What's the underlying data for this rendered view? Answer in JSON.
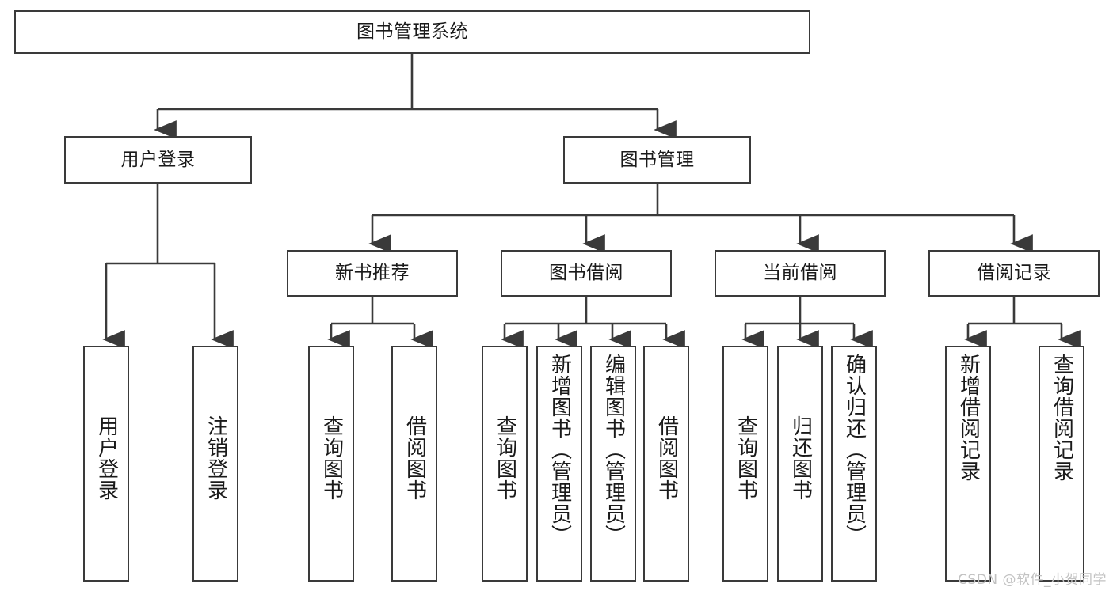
{
  "diagram": {
    "title": "图书管理系统",
    "type": "functional-decomposition-tree",
    "root": {
      "label": "图书管理系统"
    },
    "level2": [
      {
        "label": "用户登录"
      },
      {
        "label": "图书管理"
      }
    ],
    "level3": [
      {
        "label": "新书推荐"
      },
      {
        "label": "图书借阅"
      },
      {
        "label": "当前借阅"
      },
      {
        "label": "借阅记录"
      }
    ],
    "leaves": {
      "user_login": [
        {
          "label": "用户登录"
        },
        {
          "label": "注销登录"
        }
      ],
      "new_book_recommend": [
        {
          "label": "查询图书"
        },
        {
          "label": "借阅图书"
        }
      ],
      "book_borrow": [
        {
          "label": "查询图书"
        },
        {
          "label": "新增图书（管理员）"
        },
        {
          "label": "编辑图书（管理员）"
        },
        {
          "label": "借阅图书"
        }
      ],
      "current_borrow": [
        {
          "label": "查询图书"
        },
        {
          "label": "归还图书"
        },
        {
          "label": "确认归还（管理员）"
        }
      ],
      "borrow_record": [
        {
          "label": "新增借阅记录"
        },
        {
          "label": "查询借阅记录"
        }
      ]
    }
  },
  "watermark": {
    "text": "CSDN @软件_小贺同学"
  },
  "colors": {
    "stroke": "#3a3a3a",
    "fill": "#ffffff",
    "text": "#1a1a1a",
    "watermark": "#c2c2c2"
  }
}
